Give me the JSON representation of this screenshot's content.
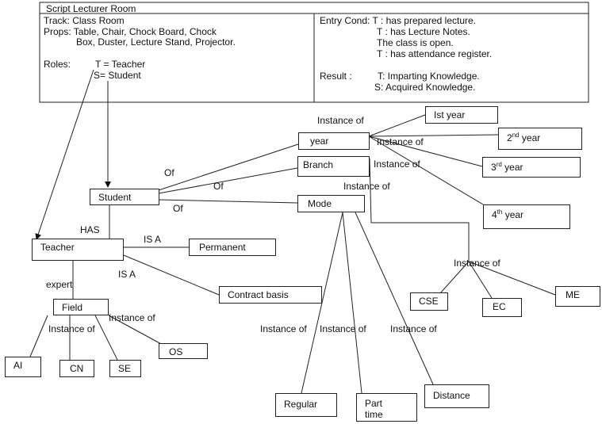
{
  "script": {
    "title": "Script Lecturer Room",
    "track": "Track: Class Room",
    "props_line1": "Props: Table, Chair, Chock Board, Chock",
    "props_line2": "Box, Duster, Lecture Stand, Projector.",
    "roles_label": "Roles:",
    "role_teacher": "T = Teacher",
    "role_student": "S= Student",
    "entry_line1": "Entry Cond: T : has prepared lecture.",
    "entry_line2": "T : has Lecture Notes.",
    "entry_line3": "The class is open.",
    "entry_line4": "T : has attendance register.",
    "result_label": "Result :",
    "result_line1": "T: Imparting Knowledge.",
    "result_line2": "S: Acquired Knowledge."
  },
  "nodes": {
    "student": "Student",
    "teacher": "Teacher",
    "field": "Field",
    "permanent": "Permanent",
    "contract": "Contract basis",
    "year": "year",
    "branch": "Branch",
    "mode": "Mode",
    "year1": "Ist year",
    "year2_num": "2",
    "year2_sup": "nd",
    "year2_word": " year",
    "year3_num": "3",
    "year3_sup": "rd",
    "year3_word": " year",
    "year4_num": "4",
    "year4_sup": "th",
    "year4_word": " year",
    "cse": "CSE",
    "ec": "EC",
    "me": "ME",
    "ai": "AI",
    "cn": "CN",
    "se": "SE",
    "os": "OS",
    "regular": "Regular",
    "parttime_line1": "Part",
    "parttime_line2": "time",
    "distance": "Distance"
  },
  "labels": {
    "of1": "Of",
    "of2": "Of",
    "of3": "Of",
    "has": "HAS",
    "isa1": "IS A",
    "isa2": "IS A",
    "expert": "expert",
    "inst_year_top": "Instance of",
    "inst_year_mid": "Instance of",
    "inst_year_low": "Instance of",
    "inst_branch": "Instance of",
    "inst_branch_sub": "Instance of",
    "inst_field_left": "Instance of",
    "inst_field_right": "Instance of",
    "inst_mode_1": "Instance of",
    "inst_mode_2": "Instance of",
    "inst_mode_3": "Instance of"
  }
}
